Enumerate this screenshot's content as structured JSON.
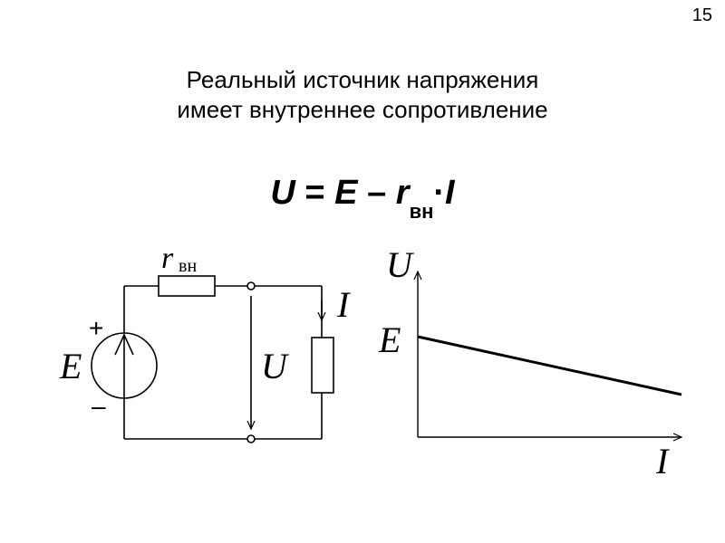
{
  "slide_number": "15",
  "title": {
    "line1": "Реальный источник напряжения",
    "line2": "имеет внутреннее сопротивление"
  },
  "formula": {
    "U": "U",
    "eq": " = ",
    "E": "E",
    "minus": " – ",
    "r": "r",
    "sub": "вн",
    "dot": "·",
    "I": "I"
  },
  "circuit": {
    "resistor_label_r": "r",
    "resistor_label_sub": "вн",
    "plus": "+",
    "minus": "–",
    "source_label": "E",
    "voltage_label": "U",
    "current_label": "I"
  },
  "graph": {
    "y_axis_label": "U",
    "x_axis_label": "I",
    "intercept_label": "E"
  }
}
